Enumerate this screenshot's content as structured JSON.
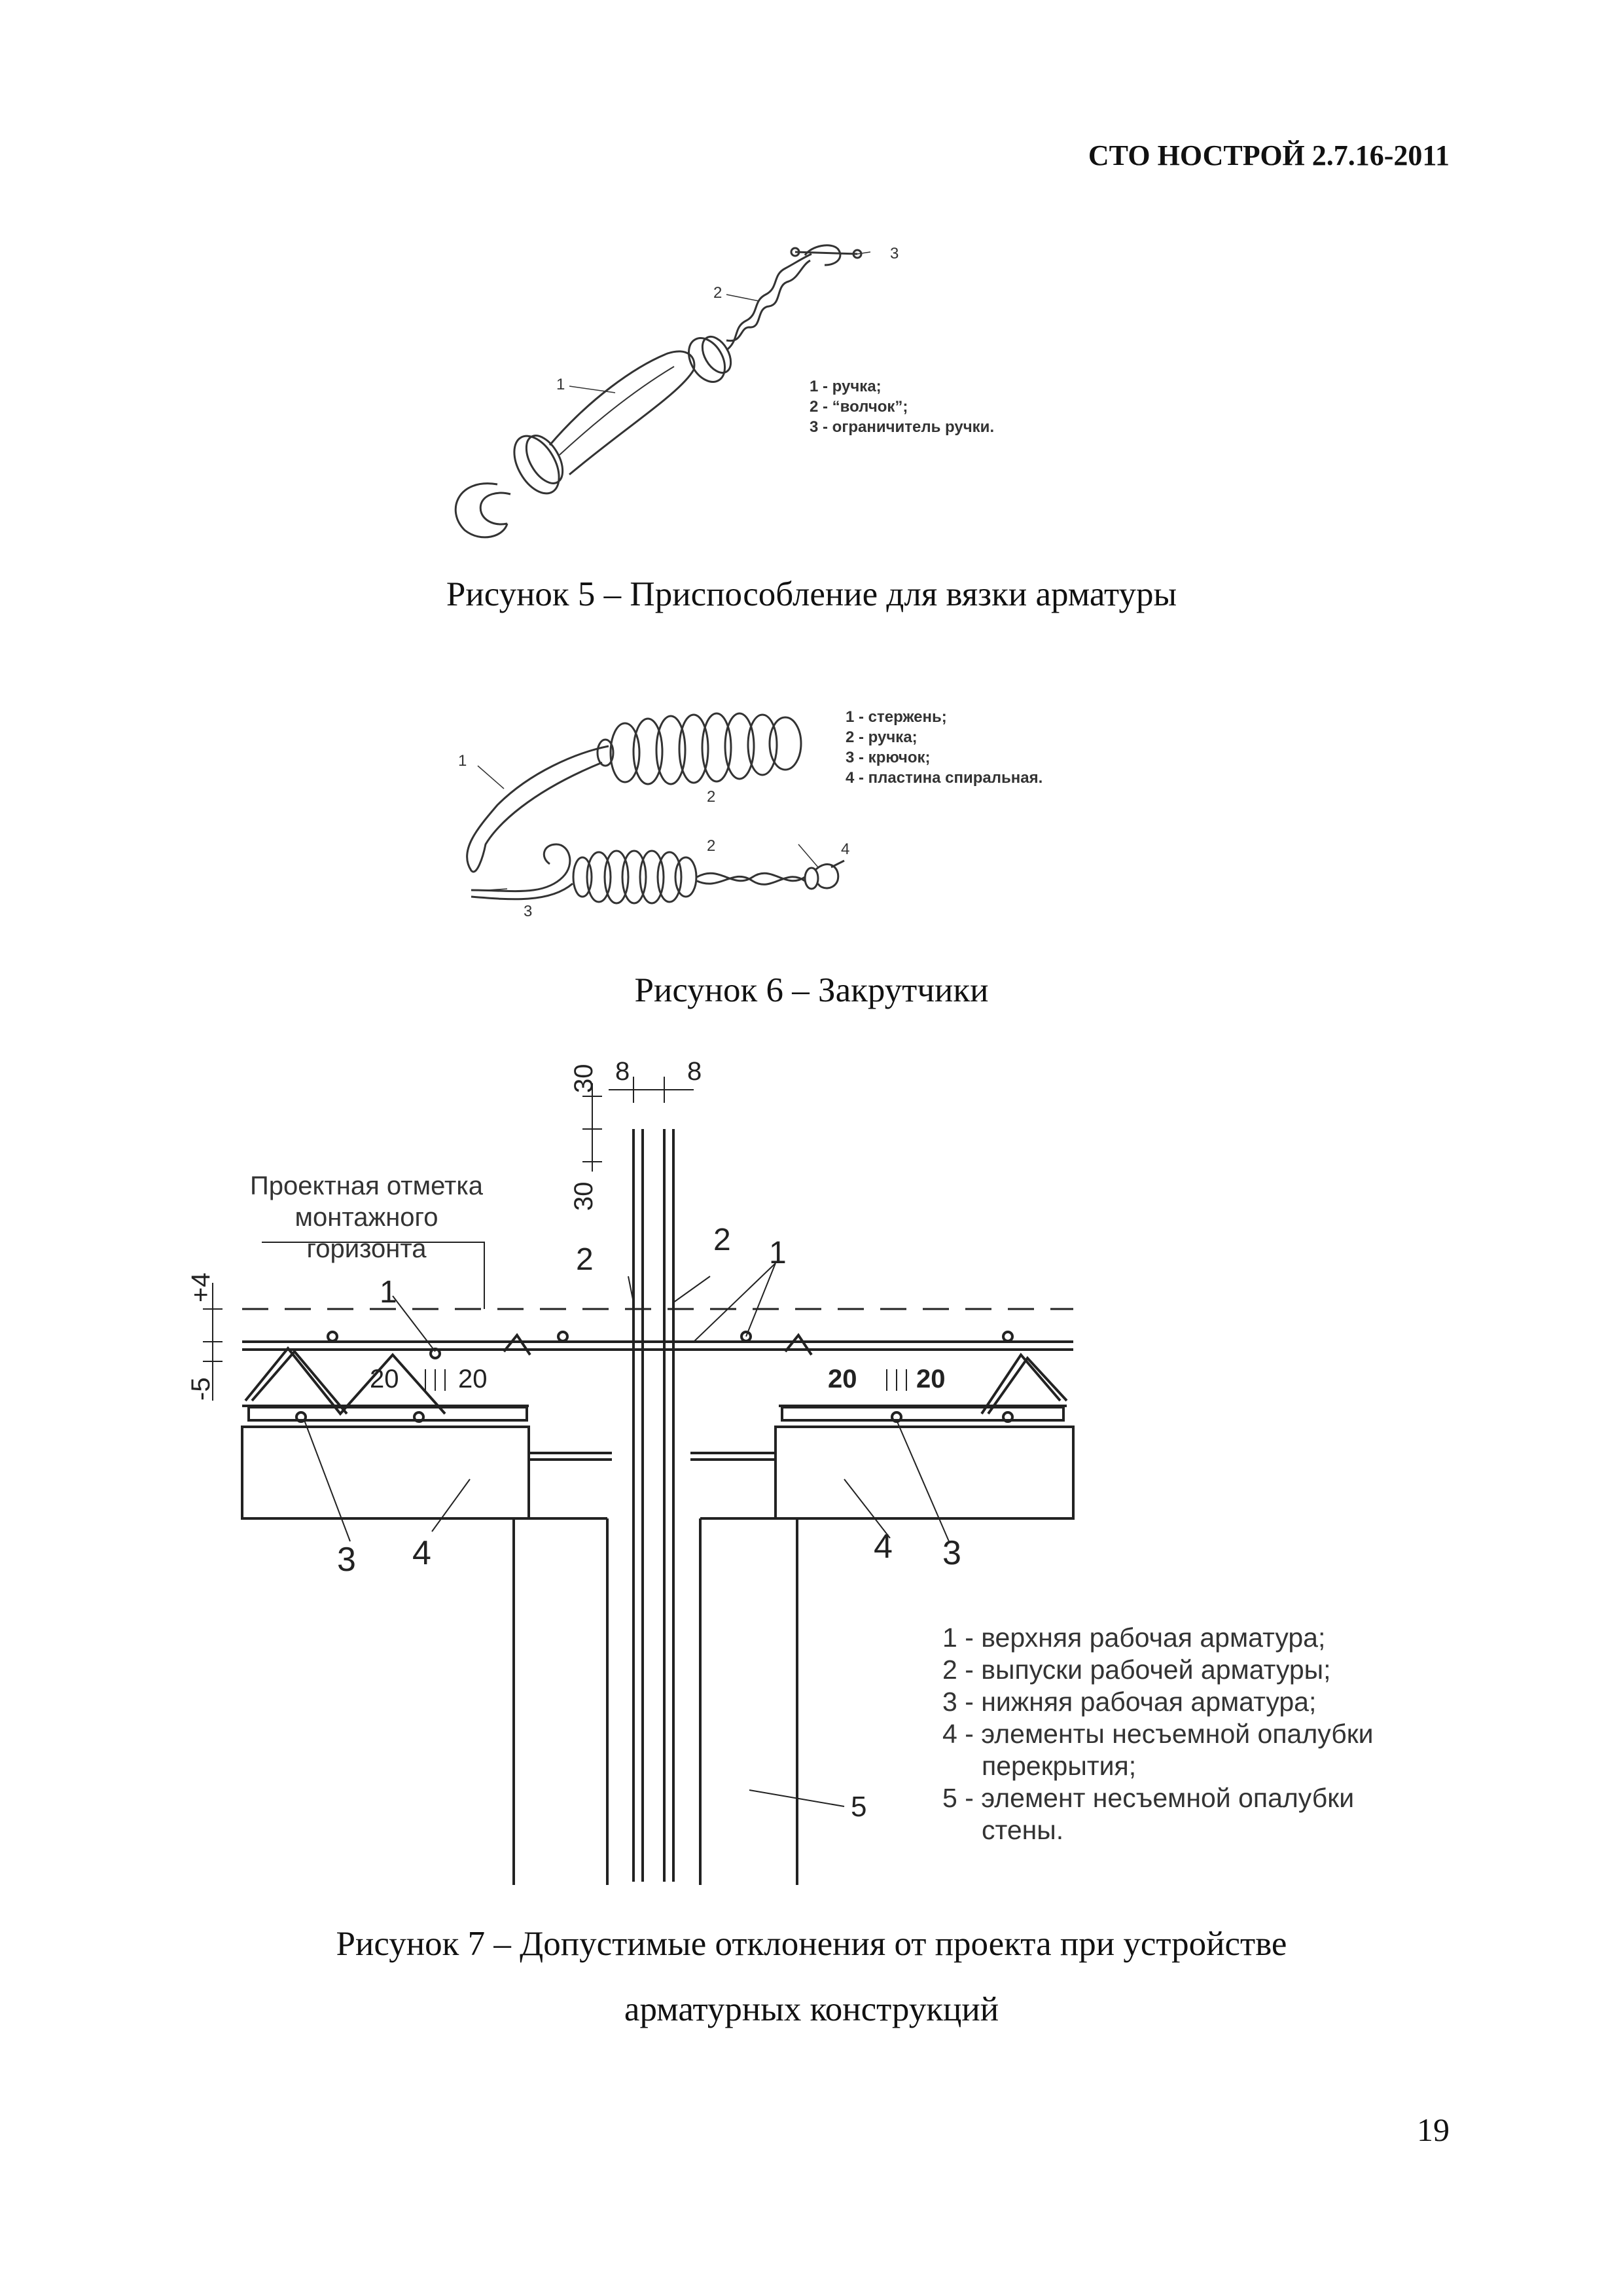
{
  "header": {
    "doc_id": "СТО НОСТРОЙ 2.7.16-2011"
  },
  "figure5": {
    "caption": "Рисунок 5 – Приспособление для вязки арматуры",
    "callouts": [
      "1",
      "2",
      "3"
    ],
    "legend": [
      "1 - ручка;",
      "2 - “волчок”;",
      "3 - ограничитель ручки."
    ]
  },
  "figure6": {
    "caption": "Рисунок 6 – Закрутчики",
    "callouts": [
      "1",
      "2",
      "2",
      "3",
      "4"
    ],
    "legend": [
      "1 - стержень;",
      "2 - ручка;",
      "3 - крючок;",
      "4 - пластина спиральная."
    ]
  },
  "figure7": {
    "caption_line1": "Рисунок 7 – Допустимые отклонения от проекта при устройстве",
    "caption_line2": "арматурных конструкций",
    "level_note": [
      "Проектная отметка",
      "монтажного",
      "горизонта"
    ],
    "dims": {
      "d30a": "30",
      "d30b": "30",
      "d8a": "8",
      "d8b": "8",
      "plus4": "+4",
      "minus5": "-5",
      "d20a": "20",
      "d20b": "20",
      "d20c": "20",
      "d20d": "20"
    },
    "callouts": {
      "c1a": "1",
      "c1b": "1",
      "c2a": "2",
      "c2b": "2",
      "c3a": "3",
      "c3b": "3",
      "c4a": "4",
      "c4b": "4",
      "c5": "5"
    },
    "legend": [
      "1 - верхняя рабочая арматура;",
      "2 - выпуски рабочей арматуры;",
      "3 - нижняя рабочая арматура;",
      "4 - элементы несъемной опалубки",
      "перекрытия;",
      "5 - элемент несъемной опалубки",
      "стены."
    ]
  },
  "page_number": "19"
}
